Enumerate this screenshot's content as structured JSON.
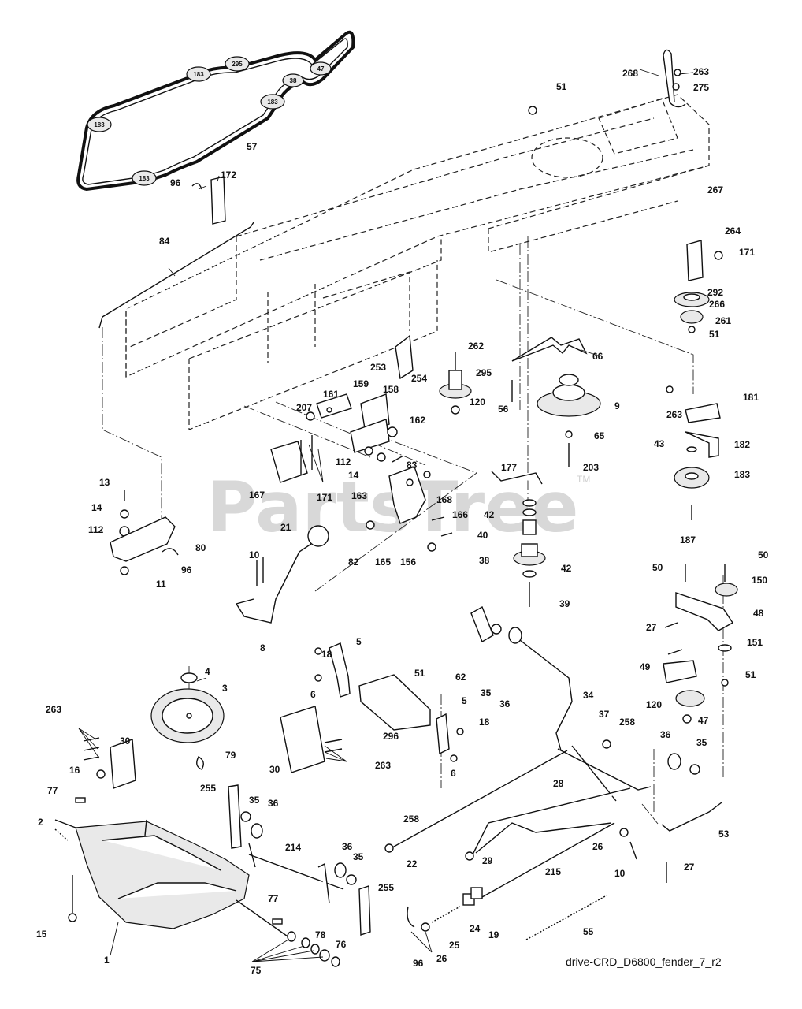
{
  "watermark": {
    "text": "PartsTree",
    "tm": "TM"
  },
  "caption": "drive-CRD_D6800_fender_7_r2",
  "belt_labels": [
    "183",
    "295",
    "47",
    "38",
    "183",
    "183",
    "183"
  ],
  "callouts": [
    "57",
    "268",
    "263",
    "275",
    "51",
    "172",
    "96",
    "84",
    "267",
    "264",
    "171",
    "292",
    "266",
    "261",
    "51",
    "262",
    "66",
    "253",
    "254",
    "295",
    "120",
    "9",
    "56",
    "161",
    "159",
    "158",
    "207",
    "162",
    "263",
    "181",
    "65",
    "43",
    "182",
    "183",
    "203",
    "13",
    "14",
    "112",
    "171",
    "167",
    "112",
    "14",
    "163",
    "83",
    "177",
    "168",
    "166",
    "42",
    "40",
    "80",
    "96",
    "21",
    "82",
    "165",
    "156",
    "187",
    "38",
    "42",
    "39",
    "11",
    "10",
    "8",
    "50",
    "50",
    "150",
    "48",
    "27",
    "151",
    "18",
    "5",
    "51",
    "62",
    "35",
    "36",
    "34",
    "4",
    "3",
    "6",
    "37",
    "49",
    "51",
    "120",
    "47",
    "263",
    "30",
    "16",
    "296",
    "5",
    "18",
    "30",
    "263",
    "79",
    "6",
    "258",
    "36",
    "35",
    "77",
    "255",
    "35",
    "36",
    "214",
    "28",
    "2",
    "258",
    "22",
    "53",
    "26",
    "29",
    "36",
    "35",
    "255",
    "10",
    "215",
    "27",
    "15",
    "77",
    "24",
    "19",
    "25",
    "55",
    "1",
    "78",
    "76",
    "96",
    "26",
    "75"
  ]
}
